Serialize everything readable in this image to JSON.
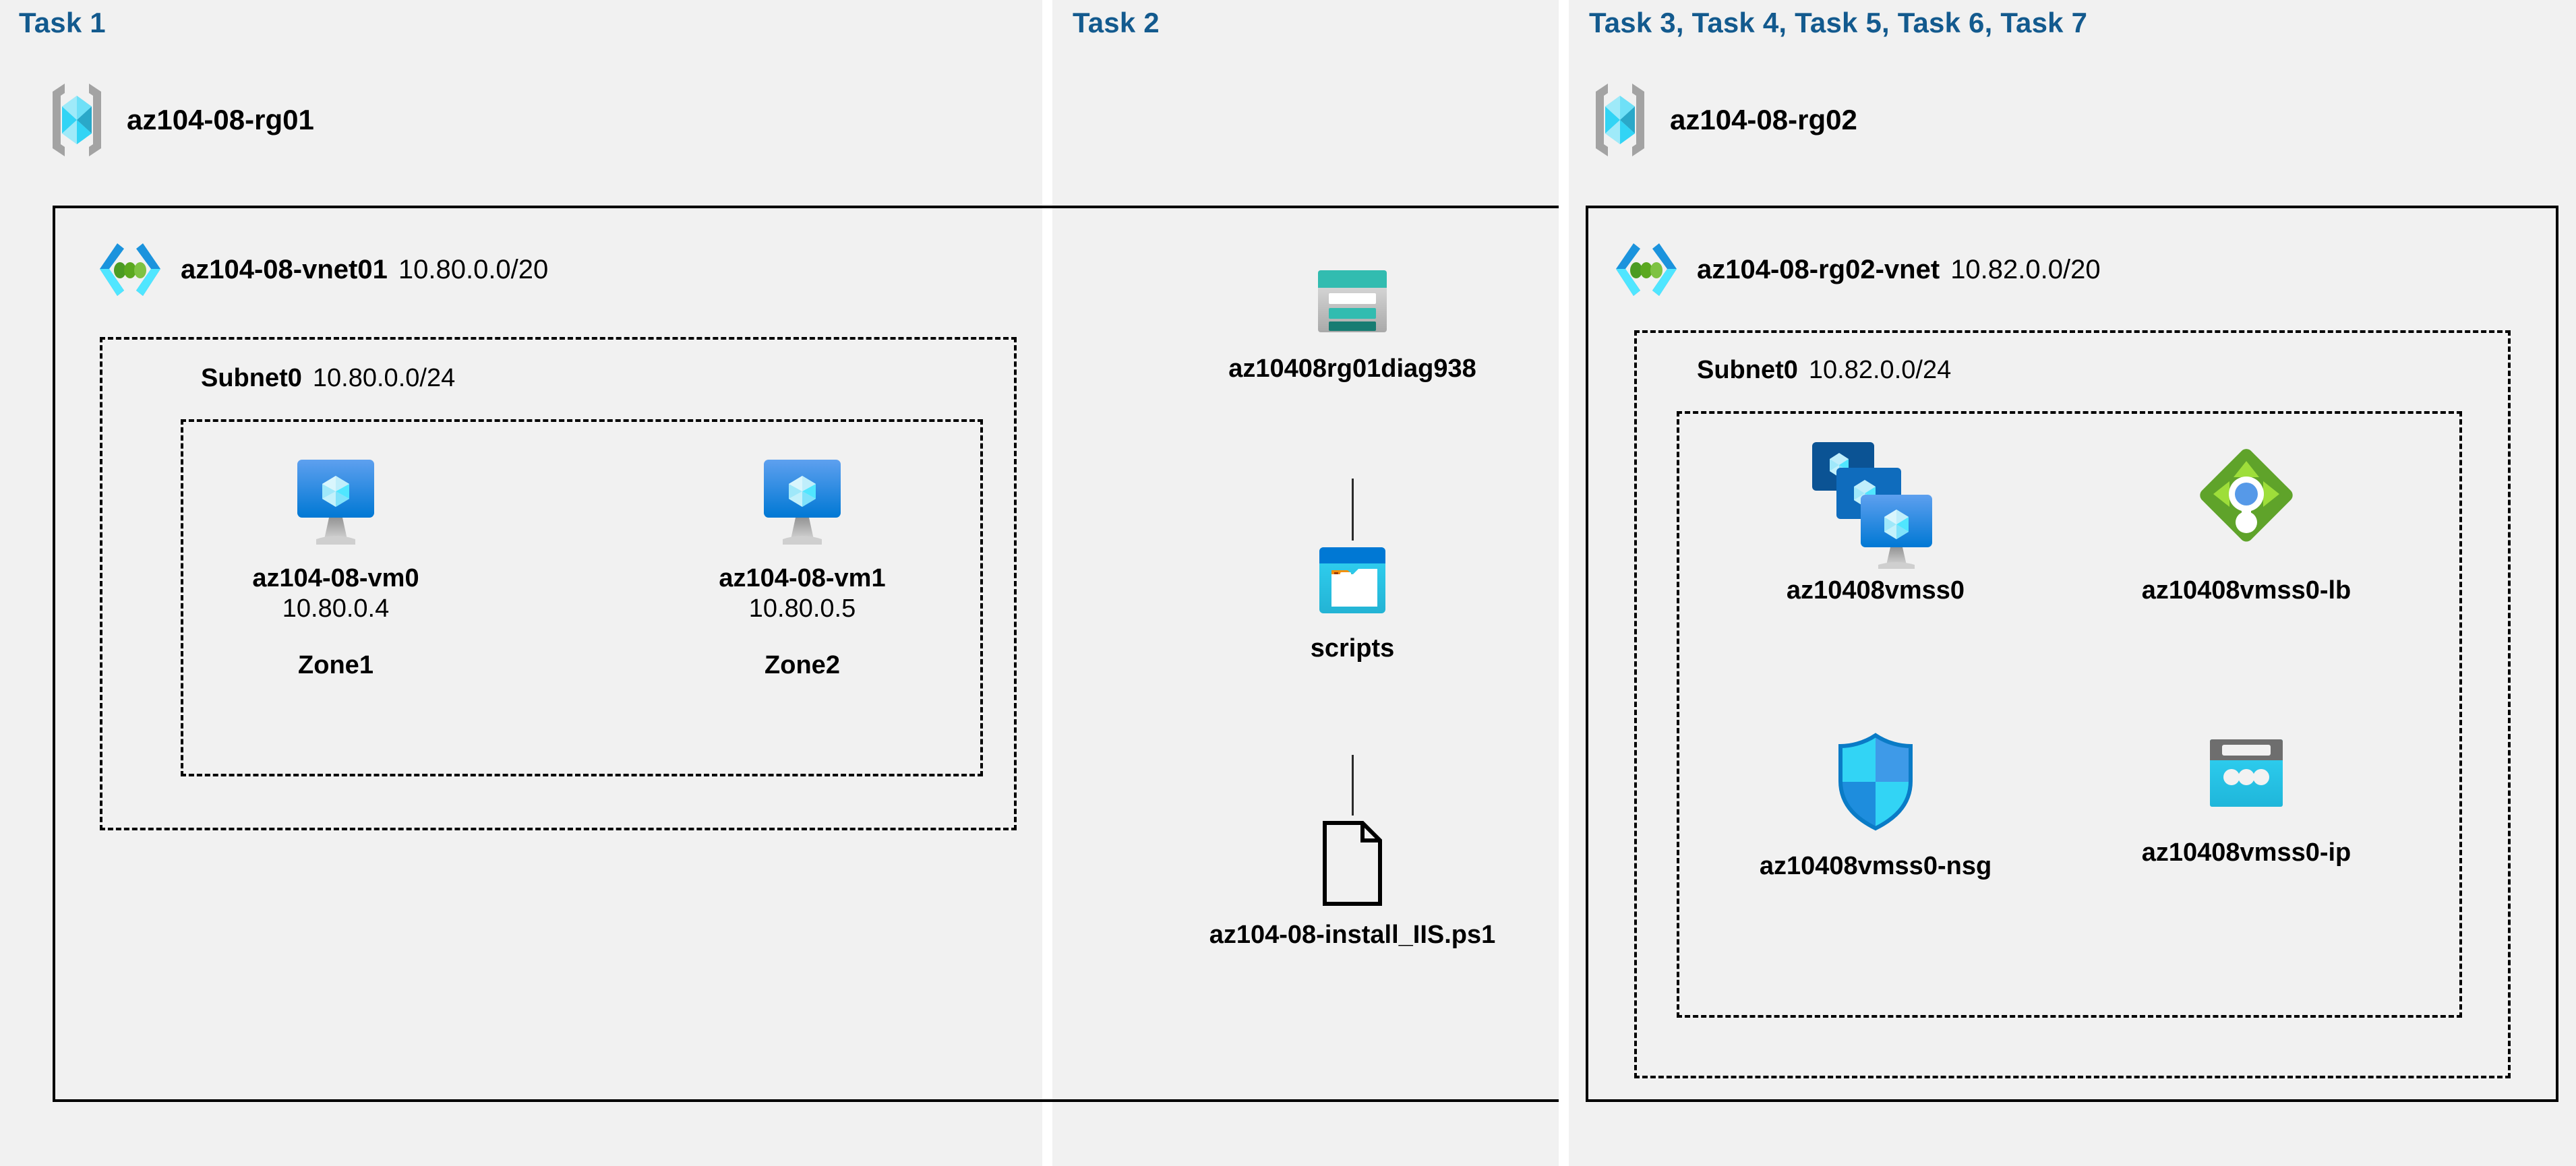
{
  "panels": {
    "task1": {
      "title": "Task 1",
      "resource_group": {
        "name": "az104-08-rg01",
        "icon": "resource-group-icon"
      },
      "vnet": {
        "name": "az104-08-vnet01",
        "cidr": "10.80.0.0/20",
        "icon": "virtual-network-icon"
      },
      "subnet": {
        "name": "Subnet0",
        "cidr": "10.80.0.0/24"
      },
      "vms": [
        {
          "icon": "virtual-machine-icon",
          "name": "az104-08-vm0",
          "ip": "10.80.0.4",
          "zone": "Zone1"
        },
        {
          "icon": "virtual-machine-icon",
          "name": "az104-08-vm1",
          "ip": "10.80.0.5",
          "zone": "Zone2"
        }
      ]
    },
    "task2": {
      "title": "Task 2",
      "storage_account": {
        "icon": "storage-account-icon",
        "name": "az10408rg01diag938"
      },
      "container": {
        "icon": "blob-container-icon",
        "name": "scripts"
      },
      "file": {
        "icon": "file-icon",
        "name": "az104-08-install_IIS.ps1"
      }
    },
    "task37": {
      "title": "Task 3, Task 4, Task 5, Task 6, Task 7",
      "resource_group": {
        "name": "az104-08-rg02",
        "icon": "resource-group-icon"
      },
      "vnet": {
        "name": "az104-08-rg02-vnet",
        "cidr": "10.82.0.0/20",
        "icon": "virtual-network-icon"
      },
      "subnet": {
        "name": "Subnet0",
        "cidr": "10.82.0.0/24"
      },
      "resources": [
        {
          "icon": "vm-scale-set-icon",
          "name": "az10408vmss0"
        },
        {
          "icon": "load-balancer-icon",
          "name": "az10408vmss0-lb"
        },
        {
          "icon": "network-security-group-icon",
          "name": "az10408vmss0-nsg"
        },
        {
          "icon": "public-ip-address-icon",
          "name": "az10408vmss0-ip"
        }
      ]
    }
  },
  "colors": {
    "panel_background": "#f1f1f1",
    "page_background": "#ffffff",
    "task_title": "#135a8e",
    "border": "#000000",
    "azure_blue": "#0078d4",
    "azure_cyan": "#32d4f5",
    "azure_teal": "#2bb9ad",
    "lb_green": "#76bc2d",
    "orange": "#f2900d",
    "gray": "#6e6e6e"
  }
}
